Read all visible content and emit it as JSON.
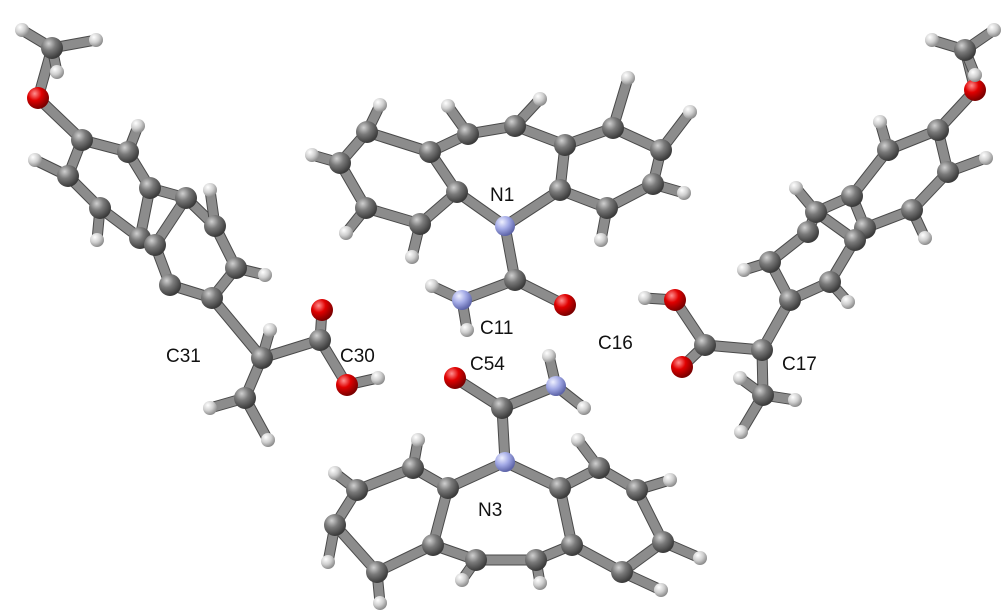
{
  "labels": {
    "n1": "N1",
    "c11": "C11",
    "c54": "C54",
    "n3": "N3",
    "c31": "C31",
    "c30": "C30",
    "c16": "C16",
    "c17": "C17"
  },
  "colors": {
    "carbon": "#6e6e6e",
    "hydrogen": "#d9d9d9",
    "nitrogen": "#9ea6e6",
    "oxygen": "#e00000",
    "bond": "#8c8c8c",
    "background": "#ffffff"
  }
}
